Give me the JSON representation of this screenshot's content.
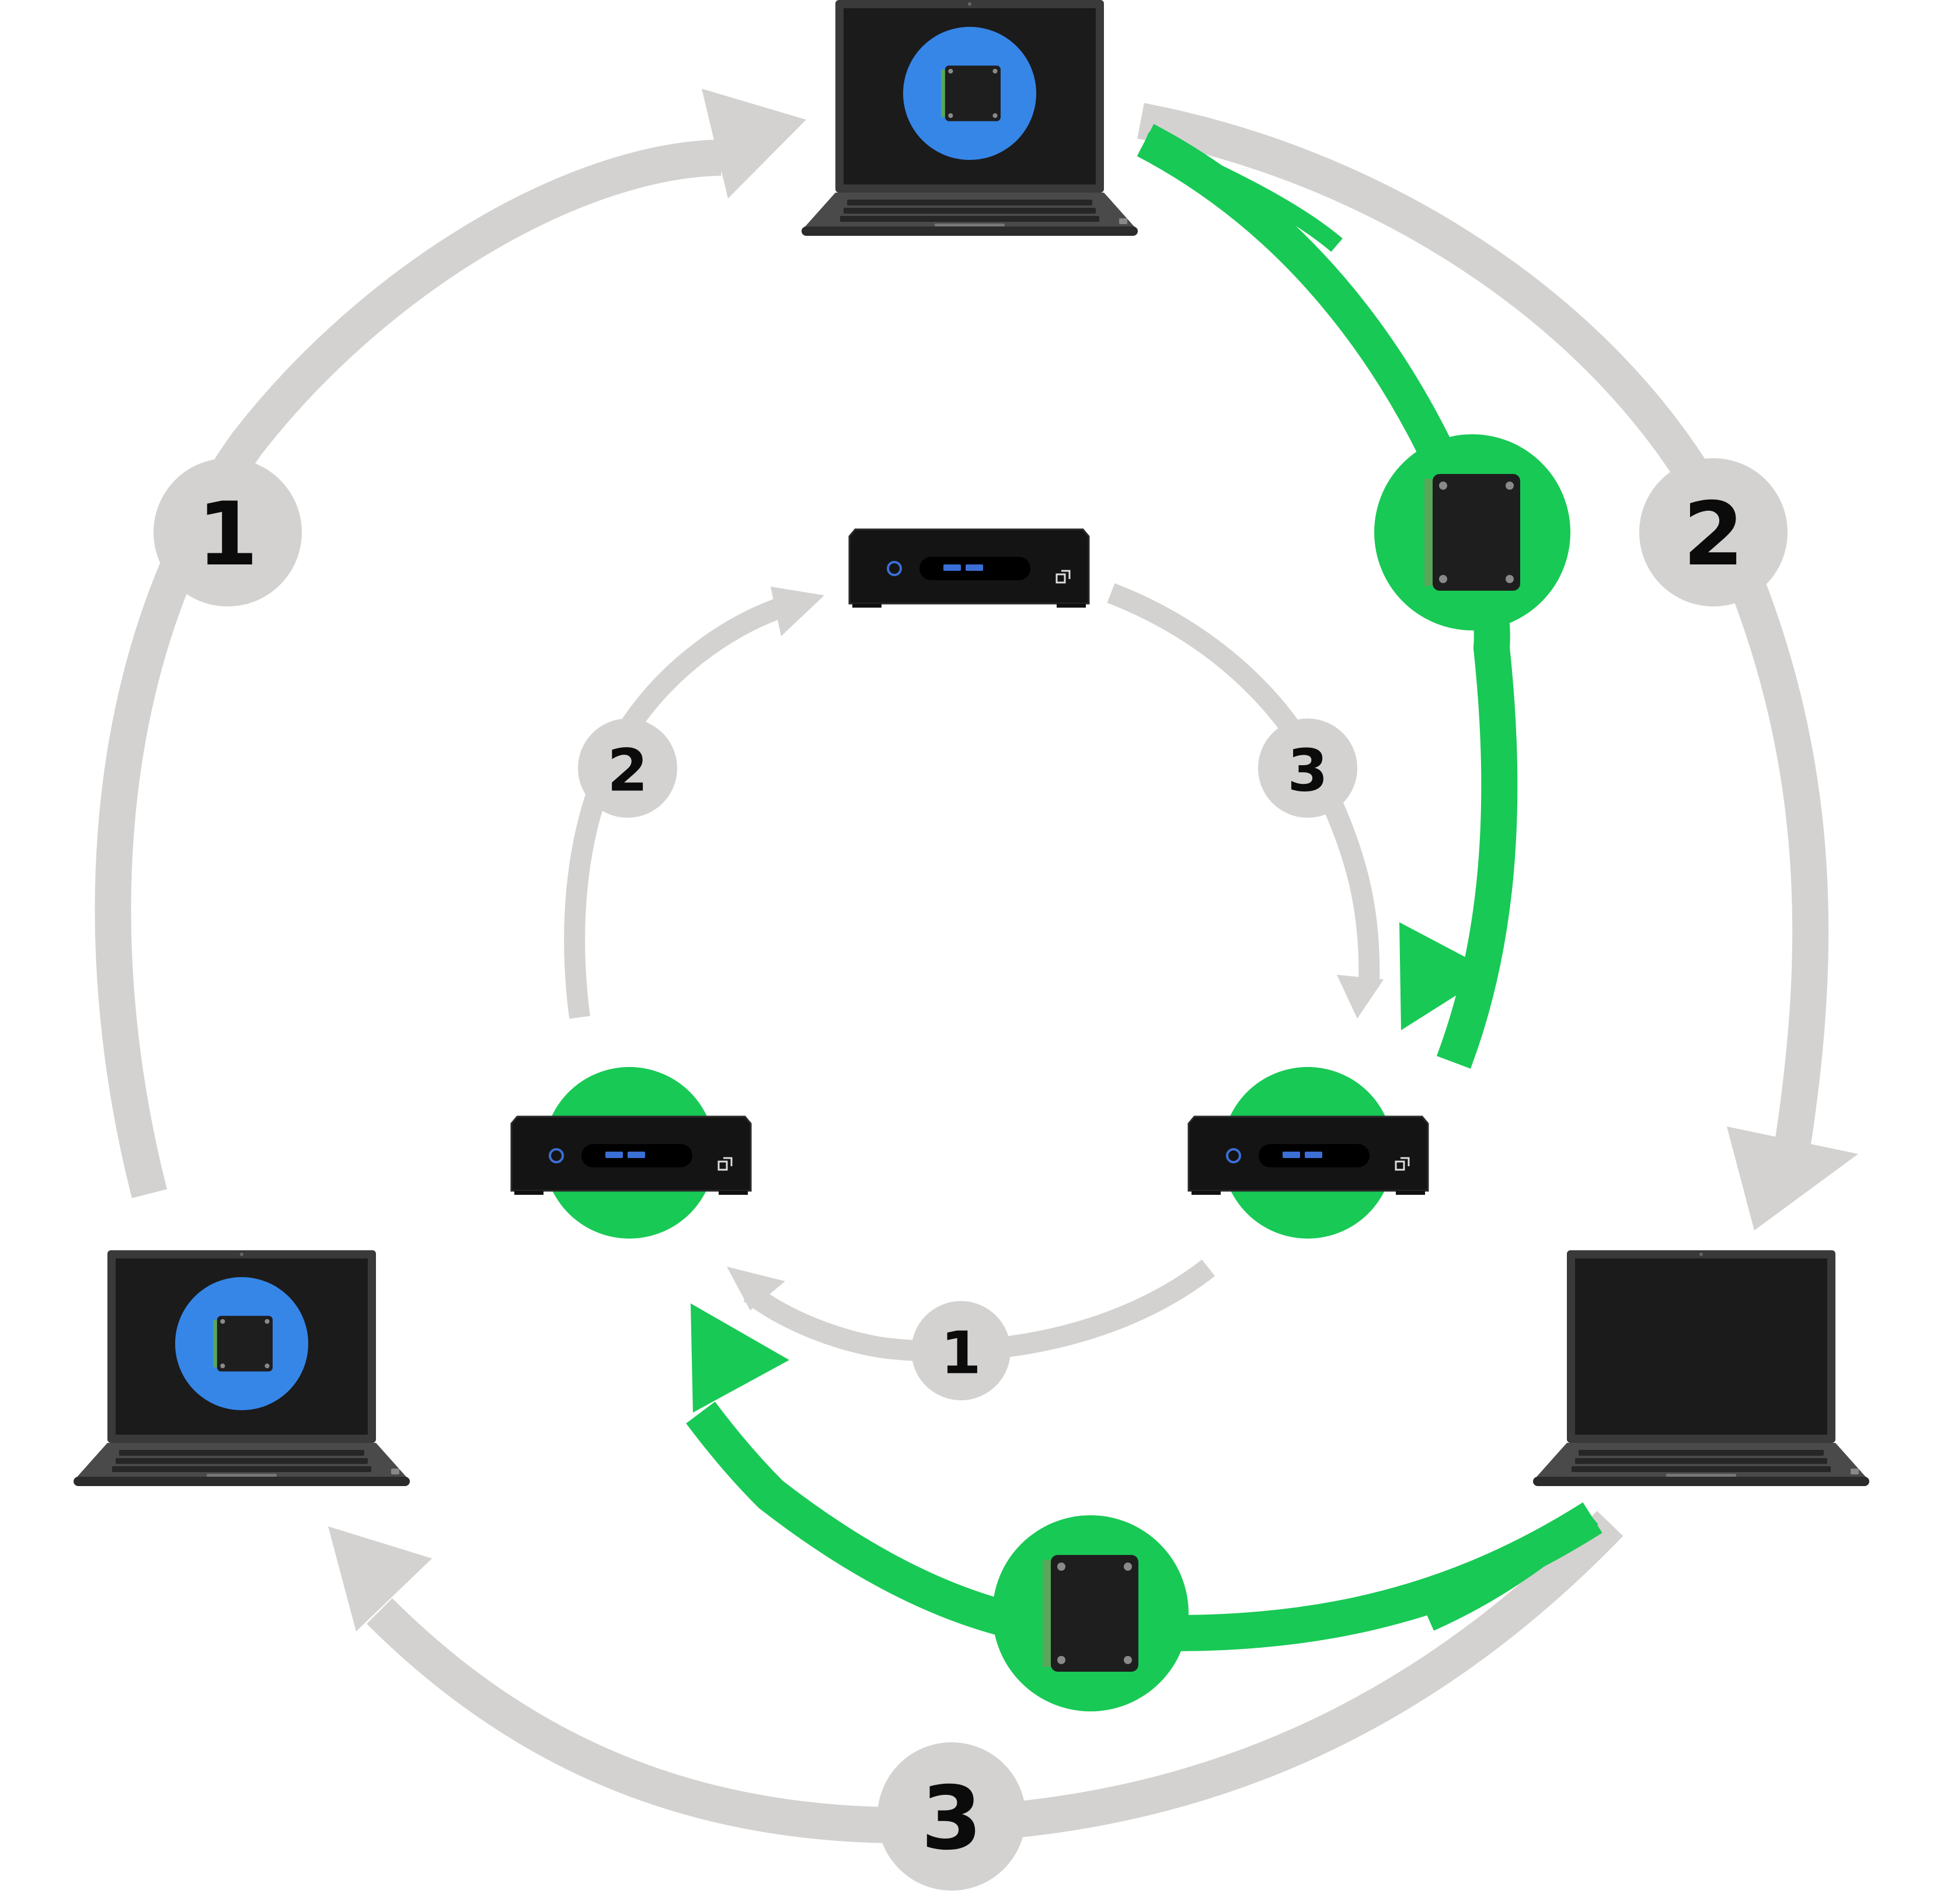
{
  "outer_ring": {
    "step_labels": [
      "1",
      "2",
      "3"
    ]
  },
  "inner_ring": {
    "step_labels": [
      "1",
      "2",
      "3"
    ]
  },
  "colors": {
    "arrow_gray": "#d3d2d0",
    "arrow_green": "#18c955",
    "screen_logo_blue": "#3686e8",
    "laptop_body": "#3a3a3a",
    "laptop_screen": "#1b1b1b",
    "mini_pc_body": "#141414",
    "ssd_body": "#1e1e1e",
    "ssd_connector": "#5aa65a",
    "usb_port": "#3b6fd6"
  },
  "icons": {
    "laptop": "laptop-icon",
    "mini_pc": "mini-pc-icon",
    "ssd": "ssd-drive-icon"
  }
}
